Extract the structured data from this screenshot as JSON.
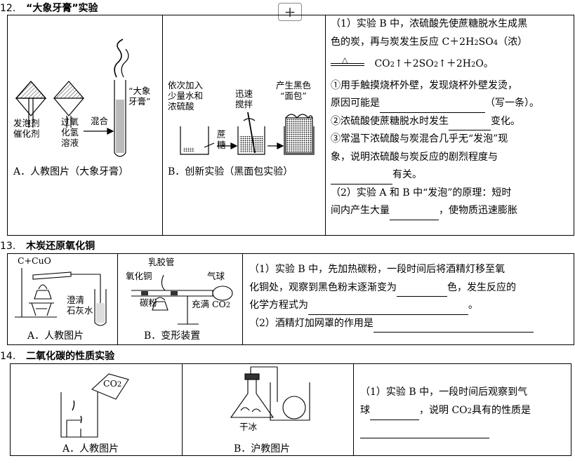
{
  "s12": {
    "num": "12.",
    "title": "“大象牙膏”实验",
    "capA": "A．人教图片（大象牙膏）",
    "capB": "B．创新实验（黑面包实验）",
    "figA": {
      "lbl1a": "发泡剂",
      "lbl1b": "催化剂",
      "lbl2a": "过氧",
      "lbl2b": "化氢",
      "lbl2c": "溶液",
      "lbl3": "混合",
      "lbl4a": "“大象",
      "lbl4b": "牙膏”"
    },
    "figB": {
      "lbl1a": "依次加入",
      "lbl1b": "少量水和",
      "lbl1c": "浓硫酸",
      "lbl2a": "迅速",
      "lbl2b": "搅拌",
      "lbl3a": "产生黑色",
      "lbl3b": "“面包”",
      "lbl4a": "蔗",
      "lbl4b": "糖"
    },
    "q1_l1": "（1）实验 B 中，浓硫酸先使蔗糖脱水生成黑",
    "q1_l2a": "色的炭，再与炭发生反应 C＋2H",
    "q1_l2sub": "2",
    "q1_l2b": "SO",
    "q1_l2sub2": "4",
    "q1_l2c": "（浓）",
    "q1_delta": "△",
    "q1_l3a": "CO",
    "q1_l3sub": "2",
    "q1_l3b": "↑＋2SO",
    "q1_l3sub2": "2",
    "q1_l3c": "↑＋2H",
    "q1_l3sub3": "2",
    "q1_l3d": "O。",
    "q1_a1": "①用手触摸烧杯外壁，发现烧杯外壁发烫，",
    "q1_a2a": "原因可能是",
    "q1_a2b": "（写一条）。",
    "q1_b1a": "②浓硫酸使蔗糖脱水时发生",
    "q1_b1b": "变化。",
    "q1_c1": "③常温下浓硫酸与炭混合几乎无“发泡”现",
    "q1_c2": "象，说明浓硫酸与炭反应的剧烈程度与",
    "q1_c3": "有关。",
    "q2_l1": "（2）实验 A 和 B 中“发泡”的原理：短时",
    "q2_l2a": "间内产生大量",
    "q2_l2b": "，使物质迅速膨胀"
  },
  "s13": {
    "num": "13.",
    "title": "木炭还原氧化铜",
    "capA": "A．人教图片",
    "capB": "B．变形装置",
    "figA": {
      "lbl1": "C+CuO",
      "lbl2a": "澄清",
      "lbl2b": "石灰水"
    },
    "figB": {
      "lbl1": "乳胶管",
      "lbl2": "氧化铜",
      "lbl3": "气球",
      "lbl4": "碳粉",
      "lbl5a": "充满 CO",
      "lbl5sub": "2"
    },
    "q1_l1": "（1）实验 B 中，先加热碳粉，一段时间后将酒精灯移至氧",
    "q1_l2a": "化铜处，观察到黑色粉末逐渐变为",
    "q1_l2b": "色，发生反应的",
    "q1_l3a": "化学方程式为",
    "q1_l3b": "。",
    "q2": "（2）酒精灯加网罩的作用是"
  },
  "s14": {
    "num": "14.",
    "title": "二氧化碳的性质实验",
    "capA": "A．人教图片",
    "capB": "B．沪教图片",
    "figA": {
      "lbl1": "CO",
      "lbl1sub": "2"
    },
    "figB": {
      "lbl1": "干冰"
    },
    "q1_l1": "（1）实验 B 中，一段时间后观察到气",
    "q1_l2a": "球",
    "q1_l2b": "，说明 CO",
    "q1_l2sub": "2",
    "q1_l2c": "具有的性质是"
  },
  "toolbar": {
    "plus": "+"
  }
}
